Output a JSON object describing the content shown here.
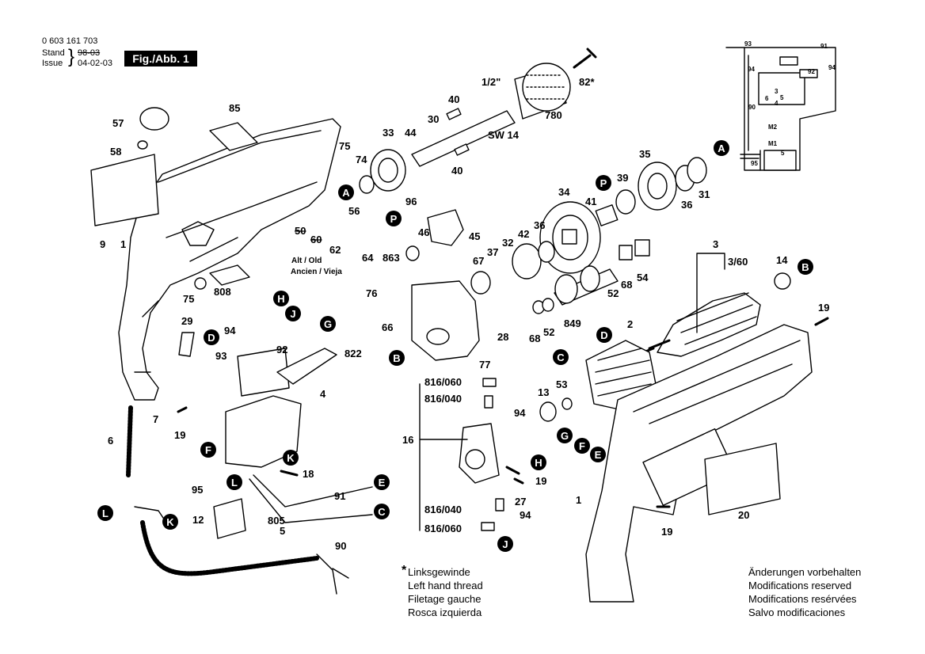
{
  "header": {
    "part_number": "0 603 161 703",
    "stand_label": "Stand",
    "stand_value": "98-03",
    "issue_label": "Issue",
    "issue_value": "04-02-03",
    "figure_label": "Fig./Abb. 1"
  },
  "labels": {
    "n1": "1",
    "n1b": "1",
    "n2": "2",
    "n3": "3",
    "n360": "3/60",
    "n4": "4",
    "n5": "5",
    "n6": "6",
    "n7": "7",
    "n9": "9",
    "n12": "12",
    "n13": "13",
    "n14": "14",
    "n16": "16",
    "n18": "18",
    "n19a": "19",
    "n19b": "19",
    "n19c": "19",
    "n19d": "19",
    "n20": "20",
    "n27": "27",
    "n28": "28",
    "n29": "29",
    "n30": "30",
    "n31": "31",
    "n32": "32",
    "n33": "33",
    "n34": "34",
    "n35": "35",
    "n36a": "36",
    "n36b": "36",
    "n37": "37",
    "n39": "39",
    "n40a": "40",
    "n40b": "40",
    "n41": "41",
    "n42": "42",
    "n44": "44",
    "n45": "45",
    "n46": "46",
    "n50": "50",
    "n52a": "52",
    "n52b": "52",
    "n53": "53",
    "n54": "54",
    "n56": "56",
    "n57": "57",
    "n58": "58",
    "n60": "60",
    "n62": "62",
    "n64": "64",
    "n66": "66",
    "n67": "67",
    "n68a": "68",
    "n68b": "68",
    "n74": "74",
    "n75a": "75",
    "n75b": "75",
    "n76": "76",
    "n77": "77",
    "n780": "780",
    "n805": "805",
    "n808": "808",
    "n82": "82*",
    "n822": "822",
    "n849": "849",
    "n85": "85",
    "n863": "863",
    "n90": "90",
    "n91": "91",
    "n92": "92",
    "n93": "93",
    "n94a": "94",
    "n94b": "94",
    "n94c": "94",
    "n95": "95",
    "n96": "96",
    "half_inch": "1/2\"",
    "sw14": "SW 14",
    "s816_060a": "816/060",
    "s816_040a": "816/040",
    "s816_040b": "816/040",
    "s816_060b": "816/060",
    "alt_old": "Alt / Old",
    "ancien": "Ancien / Vieja"
  },
  "wiring": {
    "w93": "93",
    "w91": "91",
    "w94a": "94",
    "w94b": "94",
    "w92": "92",
    "w90": "90",
    "w95": "95",
    "w3": "3",
    "w6": "6",
    "w5": "5",
    "w4": "4",
    "wm2": "M2",
    "wm1": "M1",
    "w5b": "5"
  },
  "circles": {
    "A1": "A",
    "A2": "A",
    "P1": "P",
    "P2": "P",
    "B1": "B",
    "B2": "B",
    "C1": "C",
    "C2": "C",
    "D1": "D",
    "D2": "D",
    "E1": "E",
    "E2": "E",
    "F1": "F",
    "F2": "F",
    "G1": "G",
    "G2": "G",
    "H1": "H",
    "H2": "H",
    "J1": "J",
    "J2": "J",
    "K1": "K",
    "K2": "K",
    "L1": "L",
    "L2": "L"
  },
  "footnote": {
    "star": "*",
    "lines": [
      "Linksgewinde",
      "Left hand thread",
      "Filetage gauche",
      "Rosca izquierda"
    ]
  },
  "modifications": {
    "lines": [
      "Änderungen vorbehalten",
      "Modifications reserved",
      "Modifications resérvées",
      "Salvo modificaciones"
    ]
  }
}
